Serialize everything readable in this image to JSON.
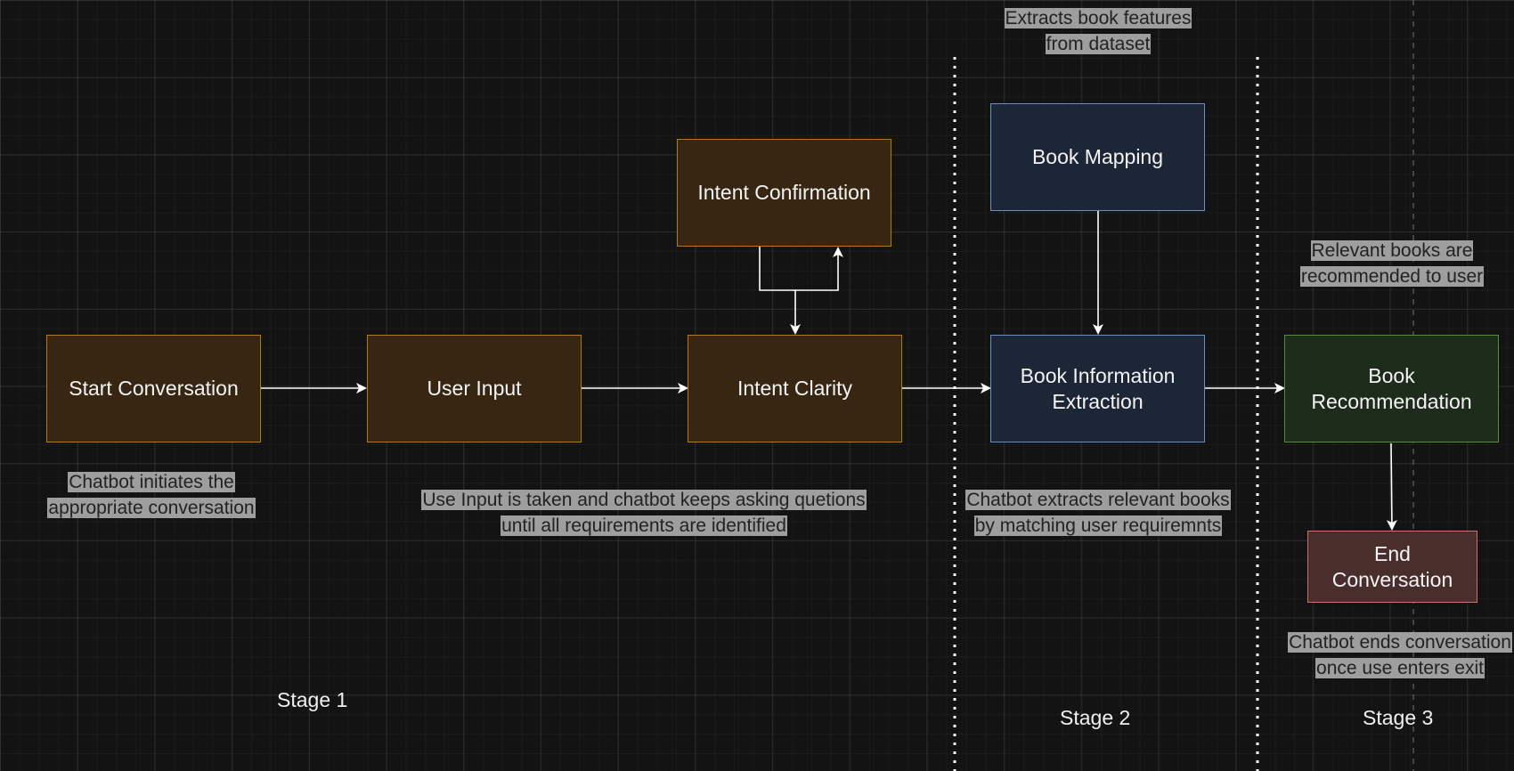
{
  "nodes": {
    "start_conversation": "Start Conversation",
    "user_input": "User Input",
    "intent_clarity": "Intent Clarity",
    "intent_confirmation": "Intent Confirmation",
    "book_mapping": "Book Mapping",
    "book_information_extraction": "Book Information\nExtraction",
    "book_recommendation": "Book\nRecommendation",
    "end_conversation": "End\nConversation"
  },
  "notes": {
    "start": [
      "Chatbot initiates the",
      "appropriate conversation"
    ],
    "user_input": [
      "Use Input is taken and chatbot keeps asking quetions",
      "until all requirements are identified"
    ],
    "mapping": [
      "Extracts book features",
      "from dataset"
    ],
    "extraction": [
      "Chatbot extracts relevant books",
      "by matching user requiremnts"
    ],
    "recommendation": [
      "Relevant books are",
      "recommended to user"
    ],
    "end": [
      "Chatbot ends conversation",
      "once use enters exit"
    ]
  },
  "stages": {
    "stage1": "Stage 1",
    "stage2": "Stage 2",
    "stage3": "Stage 3"
  },
  "colors": {
    "background": "#131313",
    "stage1_fill": "#372612",
    "stage1_stroke": "#b27a1c",
    "stage2_fill": "#1c2637",
    "stage2_stroke": "#6c8ebf",
    "stage3_fill": "#1e2c1c",
    "stage3_stroke": "#5a8a3e",
    "end_fill": "#4a2e2c",
    "end_stroke": "#c97470",
    "note_bg": "#9e9e9e",
    "connector": "#ffffff"
  }
}
